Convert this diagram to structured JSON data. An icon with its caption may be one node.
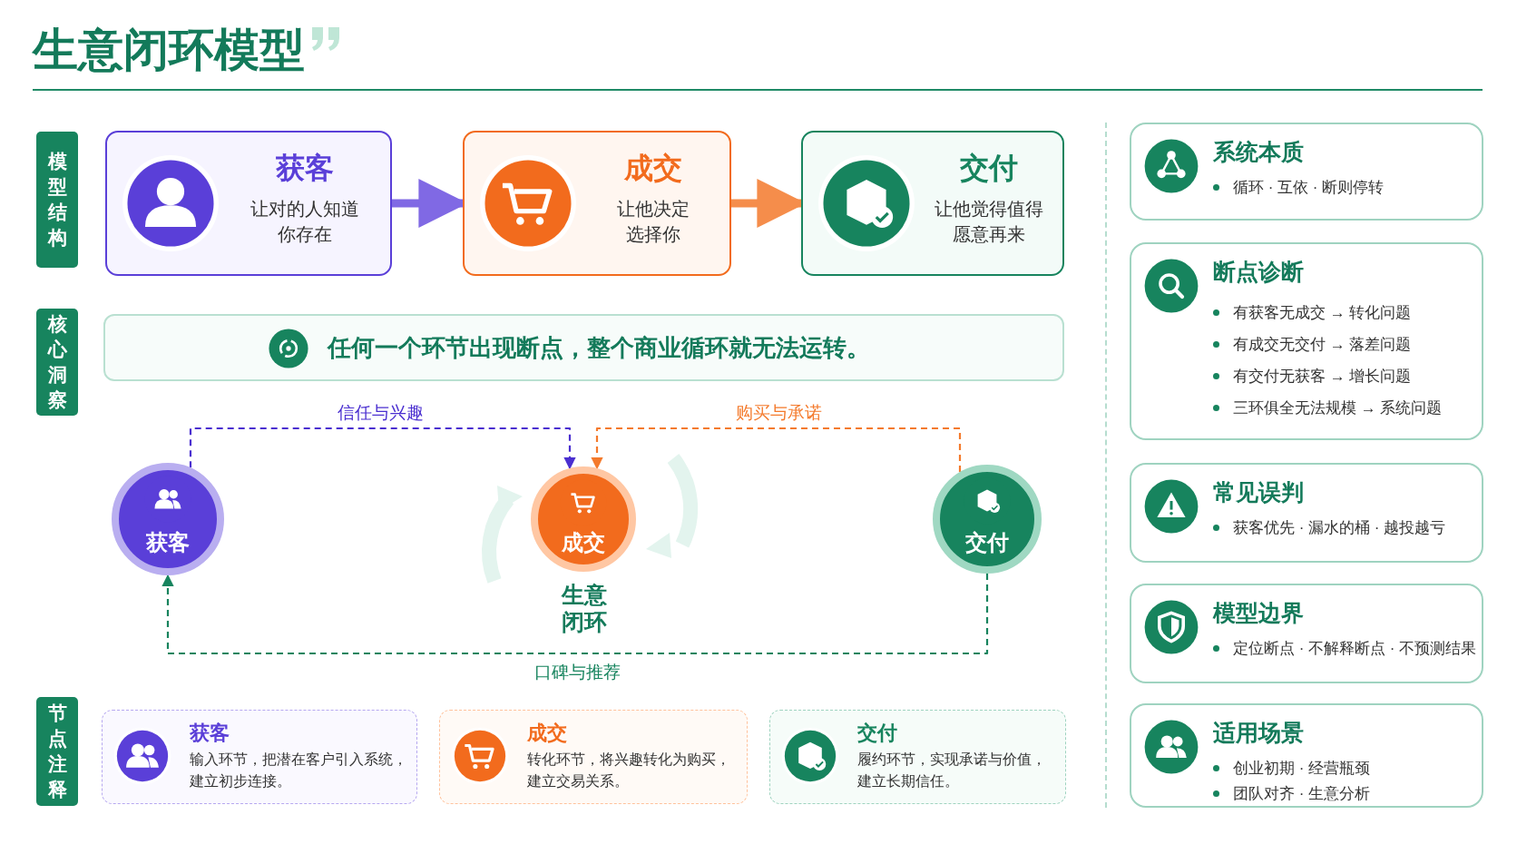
{
  "diagram": {
    "title": "生意闭环模型",
    "nodes": [
      {
        "text": [
          "模型结构"
        ]
      },
      {
        "text": [
          "获客",
          "让对的人知道你存在"
        ]
      },
      {
        "text": [
          "成交",
          "让他决定选择你"
        ]
      },
      {
        "text": [
          "交付",
          "让他觉得值得愿意再来"
        ]
      },
      {
        "text": [
          "核心洞察"
        ]
      },
      {
        "text": [
          "任何一个环节出现断点，整个商业循环就无法运转。"
        ]
      },
      {
        "text": [
          "获客"
        ]
      },
      {
        "text": [
          "成交"
        ]
      },
      {
        "text": [
          "交付"
        ]
      },
      {
        "text": [
          "节点注释"
        ]
      },
      {
        "text": [
          "获客",
          "输入环节，把潜在客户引入系统，建立初步连接。"
        ]
      },
      {
        "text": [
          "成交",
          "转化环节，将兴趣转化为购买，建立交易关系。"
        ]
      },
      {
        "text": [
          "交付",
          "履约环节，实现承诺与价值，建立长期信任。"
        ]
      },
      {
        "text": [
          "系统本质",
          "循环 · 互依 · 断则停转"
        ]
      },
      {
        "text": [
          "断点诊断",
          "有获客无成交 → 转化问题",
          "有成交无交付 → 落差问题",
          "有交付无获客 → 增长问题",
          "三环俱全无法规模 → 系统问题"
        ]
      },
      {
        "text": [
          "常见误判",
          "获客优先 · 漏水的桶 · 越投越亏"
        ]
      },
      {
        "text": [
          "模型边界",
          "定位断点 · 不解释断点 · 不预测结果"
        ]
      },
      {
        "text": [
          "适用场景",
          "创业初期 · 经营瓶颈",
          "团队对齐 · 生意分析"
        ]
      }
    ],
    "edges": [
      {
        "from": 1,
        "to": 2,
        "arrow": "to",
        "style": "thick",
        "color": "#6a4fe0"
      },
      {
        "from": 2,
        "to": 3,
        "arrow": "to",
        "style": "thick",
        "color": "#f47a2c"
      },
      {
        "from": 6,
        "to": 7,
        "arrow": "to",
        "style": "dashed",
        "color": "#4a2fd0",
        "label": "信任与兴趣"
      },
      {
        "from": 8,
        "to": 7,
        "arrow": "to",
        "style": "dashed",
        "color": "#f47a2c",
        "label": "购买与承诺"
      },
      {
        "from": 8,
        "to": 6,
        "arrow": "to",
        "style": "dashed",
        "color": "#17845e",
        "label": "口碑与推荐"
      }
    ],
    "labels": [
      "生意闭环"
    ]
  }
}
